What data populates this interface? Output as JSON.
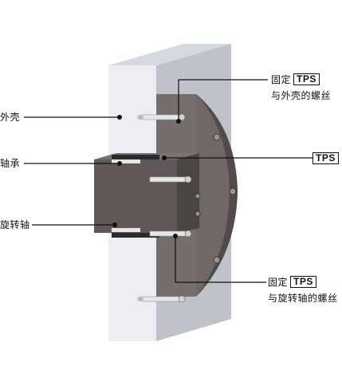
{
  "labels": {
    "housing": "外壳",
    "bearing": "轴承",
    "rotating_shaft": "旋转轴",
    "fix_prefix": "固定",
    "tps": "TPS",
    "tps_housing_screw": "与外壳的螺丝",
    "tps_shaft_screw": "与旋转轴的螺丝"
  },
  "colors": {
    "housing_front": "#eceef3",
    "housing_top": "#d9dce3",
    "housing_side": "#c2c5cc",
    "tps_face": "#6f6867",
    "tps_side": "#504948",
    "shaft": "#5e5755",
    "bolt": "#e8e8e8",
    "line": "#111111"
  }
}
